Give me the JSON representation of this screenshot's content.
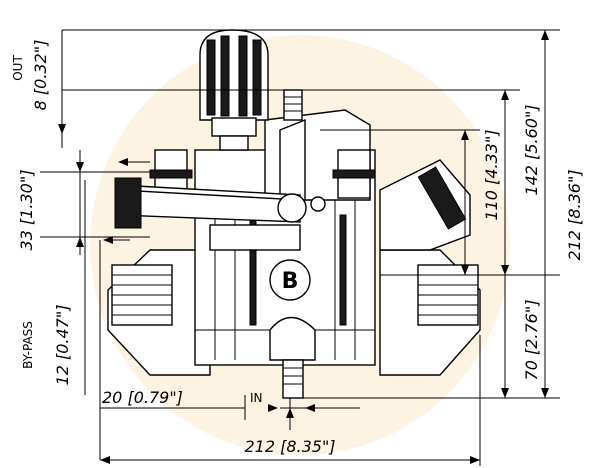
{
  "labels": {
    "out": "OUT",
    "bypass": "BY-PASS",
    "in": "IN",
    "logo": "B"
  },
  "dimensions": {
    "out_offset": "8 [0.32\"]",
    "bypass_height": "33 [1.30\"]",
    "bypass_offset": "12 [0.47\"]",
    "in_offset": "20 [0.79\"]",
    "overall_width": "212 [8.35\"]",
    "overall_height": "212 [8.36\"]",
    "height_142": "142 [5.60\"]",
    "height_110": "110 [4.33\"]",
    "height_70": "70 [2.76\"]"
  },
  "colors": {
    "background_glow": "#fdf3e3",
    "line": "#000000",
    "body": "#ffffff",
    "dark_fill": "#1a1a1a"
  }
}
